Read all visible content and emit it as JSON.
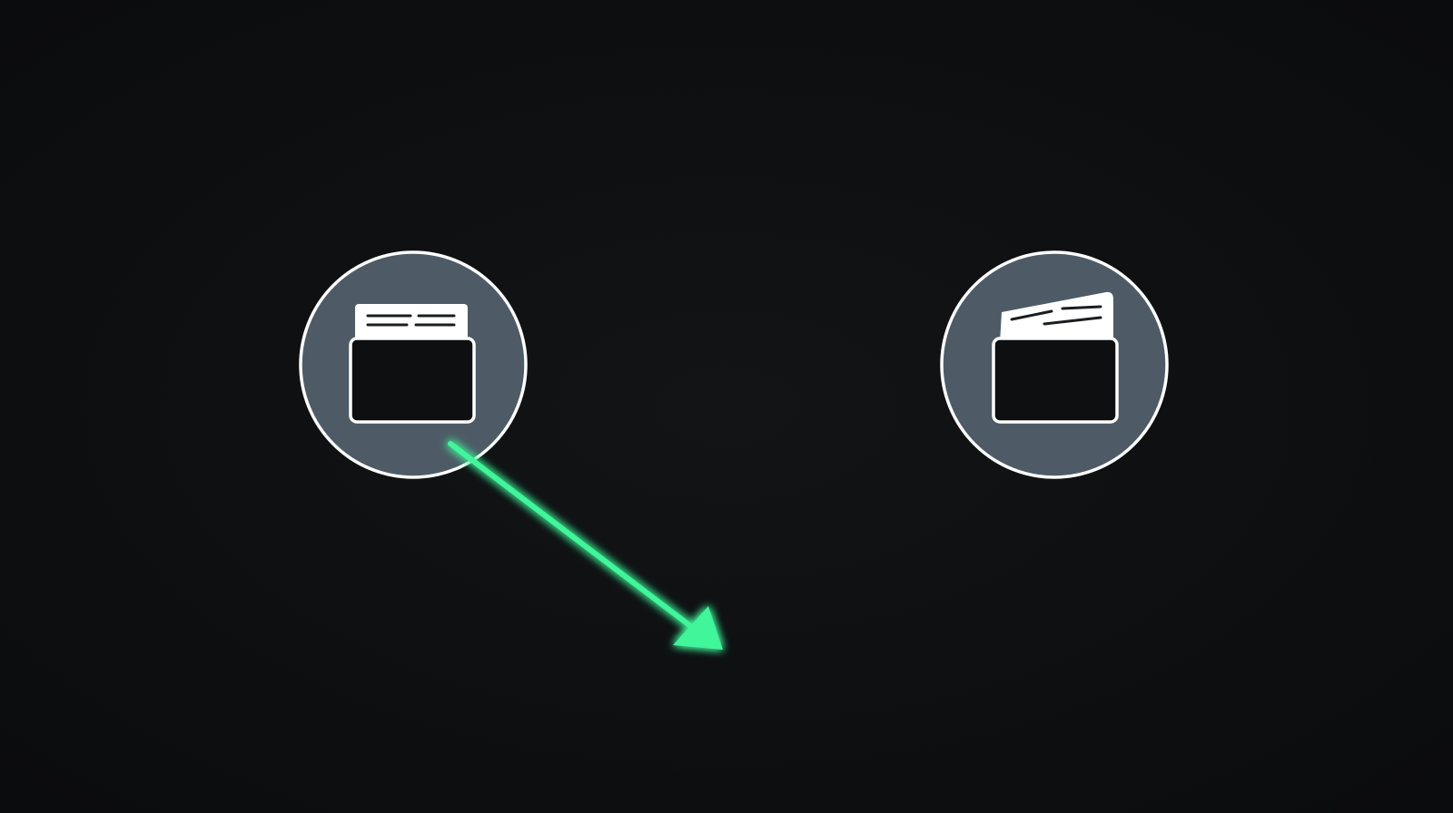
{
  "diagram": {
    "nodes": [
      {
        "id": "source",
        "icon": "folder-documents-icon",
        "state": "closed-tab"
      },
      {
        "id": "target",
        "icon": "folder-documents-icon",
        "state": "tilted-tab"
      }
    ],
    "edges": [
      {
        "from": "source",
        "to": "target",
        "style": "solid-thin"
      },
      {
        "from": "source",
        "to": "outside",
        "style": "glowing-arrow"
      }
    ]
  },
  "colors": {
    "background": "#0e0f11",
    "node_fill": "#4e5b66",
    "node_stroke": "#ffffff",
    "connector": "#2ee86b",
    "arrow": "#3ff59a",
    "icon_paper": "#ffffff",
    "icon_line": "#1a1d20"
  }
}
